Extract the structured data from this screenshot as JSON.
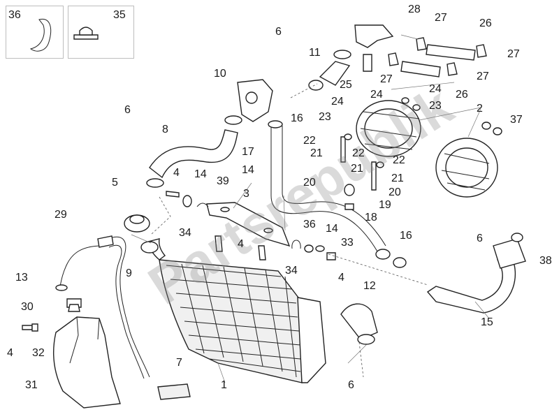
{
  "diagram": {
    "callouts": [
      {
        "id": "c36a",
        "text": "36"
      },
      {
        "id": "c35",
        "text": "35"
      },
      {
        "id": "c28",
        "text": "28"
      },
      {
        "id": "c27a",
        "text": "27"
      },
      {
        "id": "c26a",
        "text": "26"
      },
      {
        "id": "c27b",
        "text": "27"
      },
      {
        "id": "c6a",
        "text": "6"
      },
      {
        "id": "c11",
        "text": "11"
      },
      {
        "id": "c10",
        "text": "10"
      },
      {
        "id": "c25",
        "text": "25"
      },
      {
        "id": "c27c",
        "text": "27"
      },
      {
        "id": "c27d",
        "text": "27"
      },
      {
        "id": "c24a",
        "text": "24"
      },
      {
        "id": "c24b",
        "text": "24"
      },
      {
        "id": "c24c",
        "text": "24"
      },
      {
        "id": "c26b",
        "text": "26"
      },
      {
        "id": "c23a",
        "text": "23"
      },
      {
        "id": "c23b",
        "text": "23"
      },
      {
        "id": "c6b",
        "text": "6"
      },
      {
        "id": "c16a",
        "text": "16"
      },
      {
        "id": "c2",
        "text": "2"
      },
      {
        "id": "c37",
        "text": "37"
      },
      {
        "id": "c8",
        "text": "8"
      },
      {
        "id": "c22a",
        "text": "22"
      },
      {
        "id": "c21a",
        "text": "21"
      },
      {
        "id": "c22b",
        "text": "22"
      },
      {
        "id": "c17",
        "text": "17"
      },
      {
        "id": "c21b",
        "text": "21"
      },
      {
        "id": "c22c",
        "text": "22"
      },
      {
        "id": "c14a",
        "text": "14"
      },
      {
        "id": "c20a",
        "text": "20"
      },
      {
        "id": "c21c",
        "text": "21"
      },
      {
        "id": "c4a",
        "text": "4"
      },
      {
        "id": "c14b",
        "text": "14"
      },
      {
        "id": "c39",
        "text": "39"
      },
      {
        "id": "c20b",
        "text": "20"
      },
      {
        "id": "c5",
        "text": "5"
      },
      {
        "id": "c3",
        "text": "3"
      },
      {
        "id": "c19",
        "text": "19"
      },
      {
        "id": "c29",
        "text": "29"
      },
      {
        "id": "c18",
        "text": "18"
      },
      {
        "id": "c36b",
        "text": "36"
      },
      {
        "id": "c14c",
        "text": "14"
      },
      {
        "id": "c34a",
        "text": "34"
      },
      {
        "id": "c16b",
        "text": "16"
      },
      {
        "id": "c6c",
        "text": "6"
      },
      {
        "id": "c33",
        "text": "33"
      },
      {
        "id": "c4b",
        "text": "4"
      },
      {
        "id": "c38",
        "text": "38"
      },
      {
        "id": "c9",
        "text": "9"
      },
      {
        "id": "c34b",
        "text": "34"
      },
      {
        "id": "c13",
        "text": "13"
      },
      {
        "id": "c4c",
        "text": "4"
      },
      {
        "id": "c12",
        "text": "12"
      },
      {
        "id": "c30",
        "text": "30"
      },
      {
        "id": "c15",
        "text": "15"
      },
      {
        "id": "c4d",
        "text": "4"
      },
      {
        "id": "c32",
        "text": "32"
      },
      {
        "id": "c7",
        "text": "7"
      },
      {
        "id": "c31",
        "text": "31"
      },
      {
        "id": "c1",
        "text": "1"
      },
      {
        "id": "c6d",
        "text": "6"
      }
    ]
  },
  "watermark": {
    "text": "Partsrepublik"
  }
}
